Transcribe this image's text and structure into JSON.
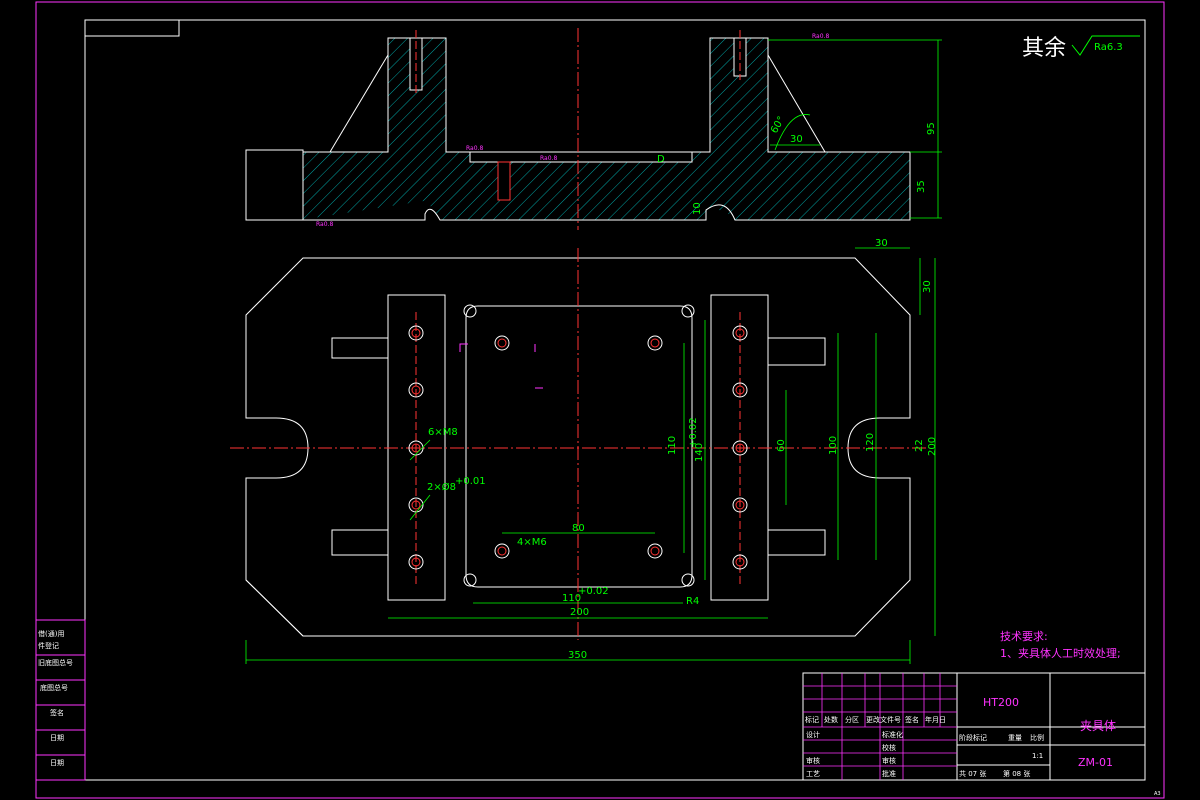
{
  "drawing": {
    "roughness_default_prefix": "其余",
    "roughness_default_value": "Ra6.3",
    "roughness_marks": [
      "Ra0.8",
      "Ra0.8",
      "Ra0.8",
      "Ra0.8"
    ],
    "angle_label": "60°",
    "front_dims": {
      "d_30": "30",
      "d_95": "95",
      "d_35": "35",
      "d_10": "10",
      "d_D": "D"
    },
    "top_dims": {
      "d_30_top": "30",
      "d_30_side": "30",
      "d_200": "200",
      "d_22": "22",
      "d_120": "120",
      "d_100": "100",
      "d_60": "60",
      "d_110": "110",
      "d_140": "140",
      "d_140_tol": "+0.02",
      "d_80": "80",
      "d_4m6": "4×M6",
      "d_6m8": "6×M8",
      "d_2x8": "2×Ø8",
      "d_2x8_tol": "+0.01",
      "d_110_bottom": "110",
      "d_110_bottom_tol": "+0.02",
      "d_R4": "R4",
      "d_200_bottom": "200",
      "d_350": "350"
    },
    "tech_req_title": "技术要求:",
    "tech_req_item": "1、夹具体人工时效处理;",
    "corner_mark": "A3"
  },
  "side_table": [
    "借(通)用",
    "件登记",
    "旧底图总号",
    "底图总号",
    "签名",
    "日期",
    "日期"
  ],
  "title_block": {
    "material": "HT200",
    "part_name": "夹具体",
    "drawing_no": "ZM-01",
    "scale": "1:1",
    "rev_headers": [
      "标记",
      "处数",
      "分区",
      "更改文件号",
      "签名",
      "年月日"
    ],
    "row_design": "设计",
    "row_std": "标准化",
    "row_review": "审核",
    "row_process": "工艺",
    "row_check": "校核",
    "row_audit": "审核",
    "row_approve": "批准",
    "stage_label": "阶段标记",
    "weight_label": "重量",
    "scale_label": "比例",
    "sheets_total": "共 07 张",
    "sheet_no": "第 08 张"
  }
}
